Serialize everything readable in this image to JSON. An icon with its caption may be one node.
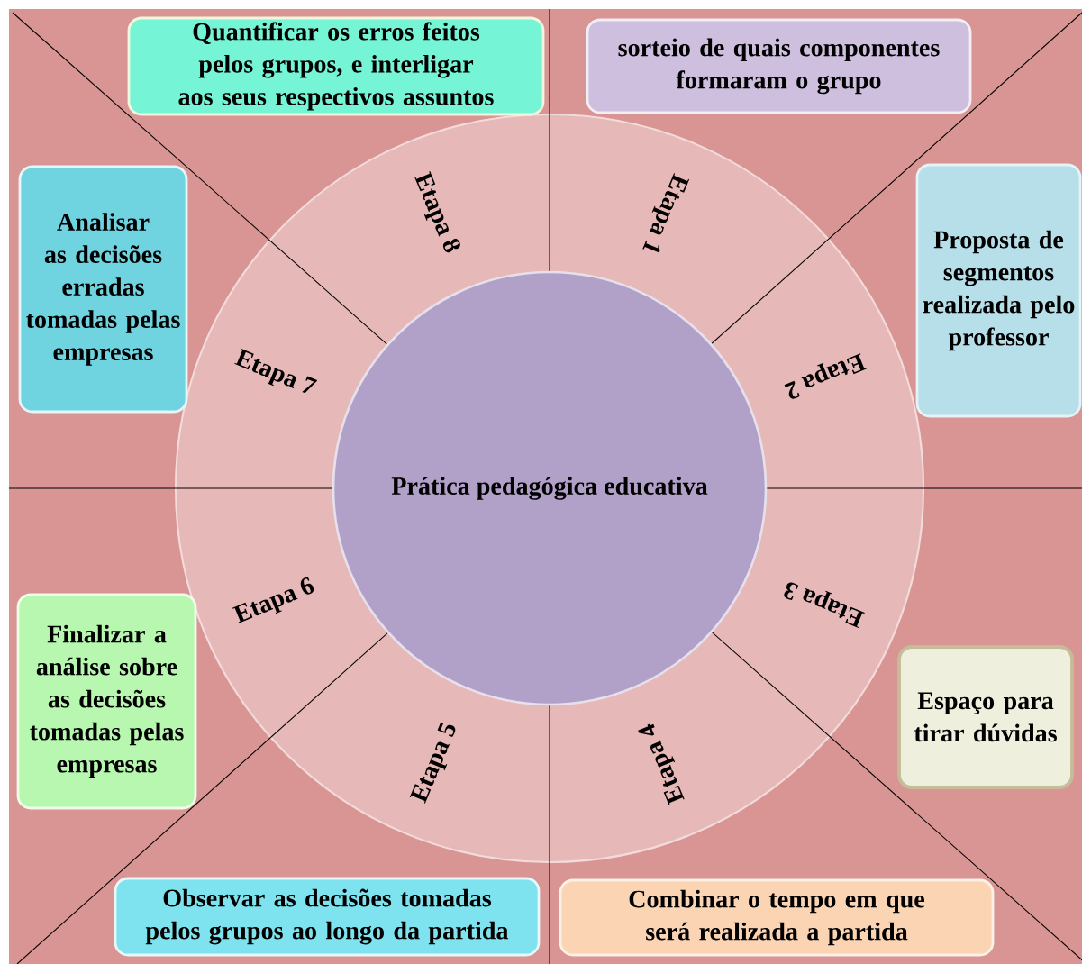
{
  "diagram": {
    "nodes": [
      {
        "text": [
          "Prática pedagógica educativa"
        ]
      },
      {
        "text": [
          "Etapa 1"
        ]
      },
      {
        "text": [
          "Etapa 2"
        ]
      },
      {
        "text": [
          "Etapa 3"
        ]
      },
      {
        "text": [
          "Etapa 4"
        ]
      },
      {
        "text": [
          "Etapa 5"
        ]
      },
      {
        "text": [
          "Etapa 6"
        ]
      },
      {
        "text": [
          "Etapa 7"
        ]
      },
      {
        "text": [
          "Etapa 8"
        ]
      },
      {
        "text": [
          "sorteio de quais componentes formaram o grupo"
        ]
      },
      {
        "text": [
          "Proposta de segmentos realizada pelo professor"
        ]
      },
      {
        "text": [
          "Espaço para tirar dúvidas"
        ]
      },
      {
        "text": [
          "Combinar o tempo em que será realizada a partida"
        ]
      },
      {
        "text": [
          "Observar as decisões tomadas pelos grupos ao longo da partida"
        ]
      },
      {
        "text": [
          "Finalizar a análise sobre as decisões tomadas pelas empresas"
        ]
      },
      {
        "text": [
          "Analisar as decisões erradas tomadas pelas empresas"
        ]
      },
      {
        "text": [
          "Quantificar os erros feitos pelos grupos, e interligar aos seus respectivos assuntos"
        ]
      }
    ]
  }
}
